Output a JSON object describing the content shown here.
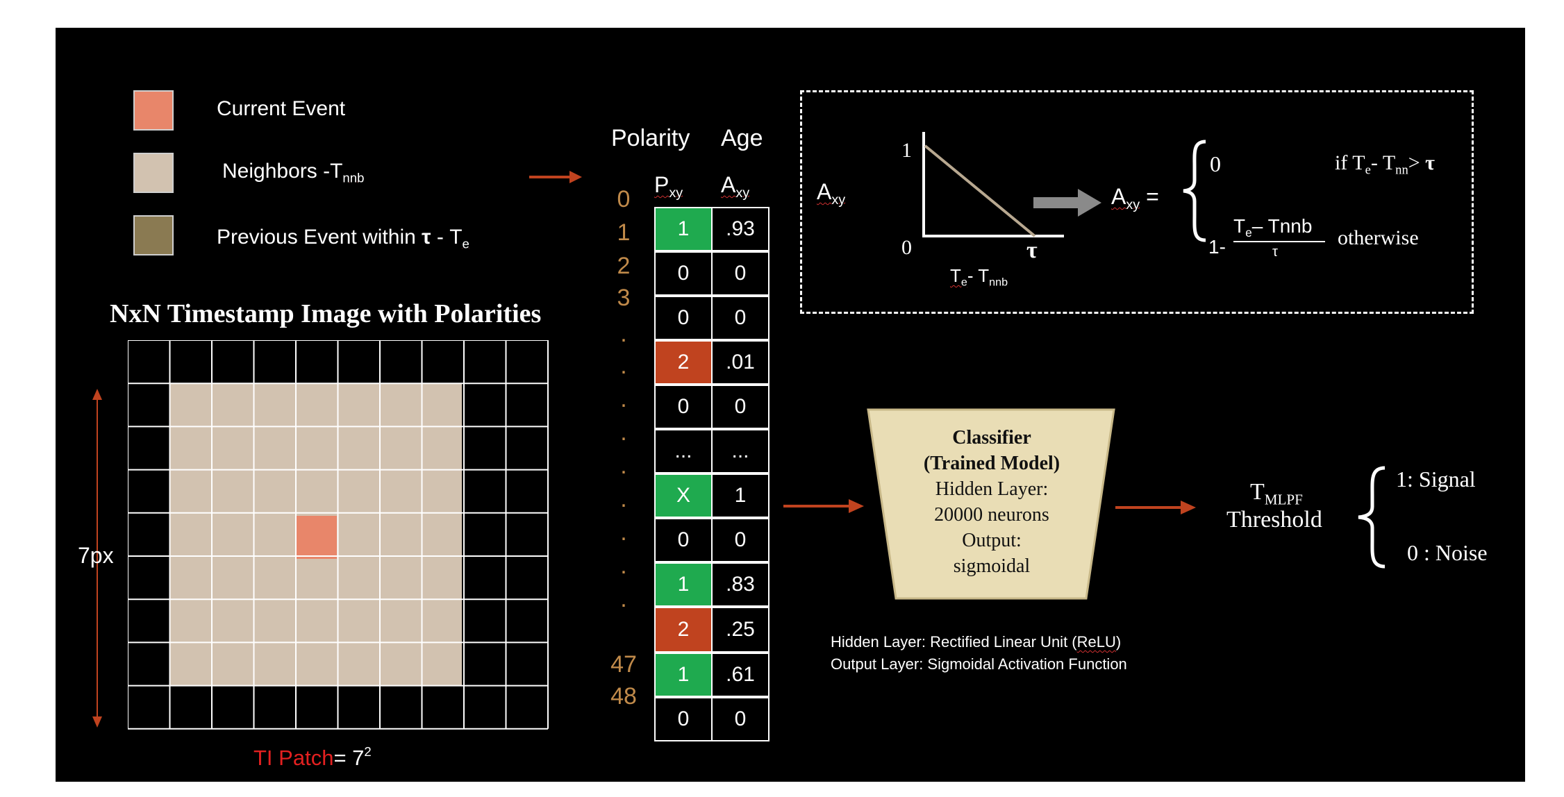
{
  "legend": {
    "current_event": "Current Event",
    "neighbors": "Neighbors -T",
    "neighbors_sub": "nnb",
    "previous": "Previous Event within ",
    "previous_tau": "τ",
    "previous_tail": " - T",
    "previous_sub": "e"
  },
  "grid": {
    "title": "NxN Timestamp Image with Polarities",
    "side_label": "7px",
    "patch_label": "TI Patch",
    "patch_eq": "= 7",
    "patch_exp": "2"
  },
  "table": {
    "col1_header": "Polarity",
    "col2_header": "Age",
    "col1_symbol": "P",
    "col1_sub": "xy",
    "col2_symbol": "A",
    "col2_sub": "xy",
    "indices": [
      "0",
      "1",
      "2",
      "3",
      ".",
      ".",
      ".",
      ".",
      ".",
      ".",
      ".",
      ".",
      ".",
      "47",
      "48"
    ],
    "rows": [
      {
        "p": "1",
        "a": ".93",
        "color": "green"
      },
      {
        "p": "0",
        "a": "0",
        "color": "none"
      },
      {
        "p": "0",
        "a": "0",
        "color": "none"
      },
      {
        "p": "2",
        "a": ".01",
        "color": "red"
      },
      {
        "p": "0",
        "a": "0",
        "color": "none"
      },
      {
        "p": "...",
        "a": "...",
        "color": "none"
      },
      {
        "p": "X",
        "a": "1",
        "color": "green"
      },
      {
        "p": "0",
        "a": "0",
        "color": "none"
      },
      {
        "p": "1",
        "a": ".83",
        "color": "green"
      },
      {
        "p": "2",
        "a": ".25",
        "color": "red"
      },
      {
        "p": "1",
        "a": ".61",
        "color": "green"
      },
      {
        "p": "0",
        "a": "0",
        "color": "none"
      }
    ]
  },
  "formula": {
    "y_label": "A",
    "y_sub": "xy",
    "y_top": "1",
    "y_bottom": "0",
    "x_tau": "τ",
    "x_label": "T",
    "x_sub_e": "e",
    "x_minus": "- T",
    "x_sub_nnb": "nnb",
    "lhs": "A",
    "lhs_sub": "xy",
    "lhs_eq": " =",
    "case1_val": "0",
    "case1_cond_if": "if  T",
    "case1_cond_e": "e",
    "case1_cond_minus": "- T",
    "case1_cond_nn": "nn",
    "case1_cond_gt": "> ",
    "case1_cond_tau": "τ",
    "case2_prefix": "1-",
    "case2_num_T": "T",
    "case2_num_e": "e",
    "case2_num_rest": "– Tnnb",
    "case2_den": "τ",
    "case2_cond": "otherwise"
  },
  "classifier": {
    "line1": "Classifier",
    "line2": "(Trained Model)",
    "line3": "Hidden Layer:",
    "line4": "20000 neurons",
    "line5": "Output:",
    "line6": "sigmoidal"
  },
  "notes": {
    "hidden_pre": "Hidden Layer: Rectified Linear Unit (",
    "hidden_relu": "ReLU",
    "hidden_post": ")",
    "output": "Output Layer: Sigmoidal Activation Function"
  },
  "threshold": {
    "T": "T",
    "sub": "MLPF",
    "label": "Threshold",
    "signal": "1: Signal",
    "noise": "0 : Noise"
  },
  "colors": {
    "current": "#e8866a",
    "neighbor": "#d2c2b0",
    "previous": "#8a7a52",
    "green": "#1faa4f",
    "red": "#c0431f",
    "arrow": "#c0431f",
    "classifier_fill": "#e9ddb5",
    "index_text": "#c08a4a"
  }
}
